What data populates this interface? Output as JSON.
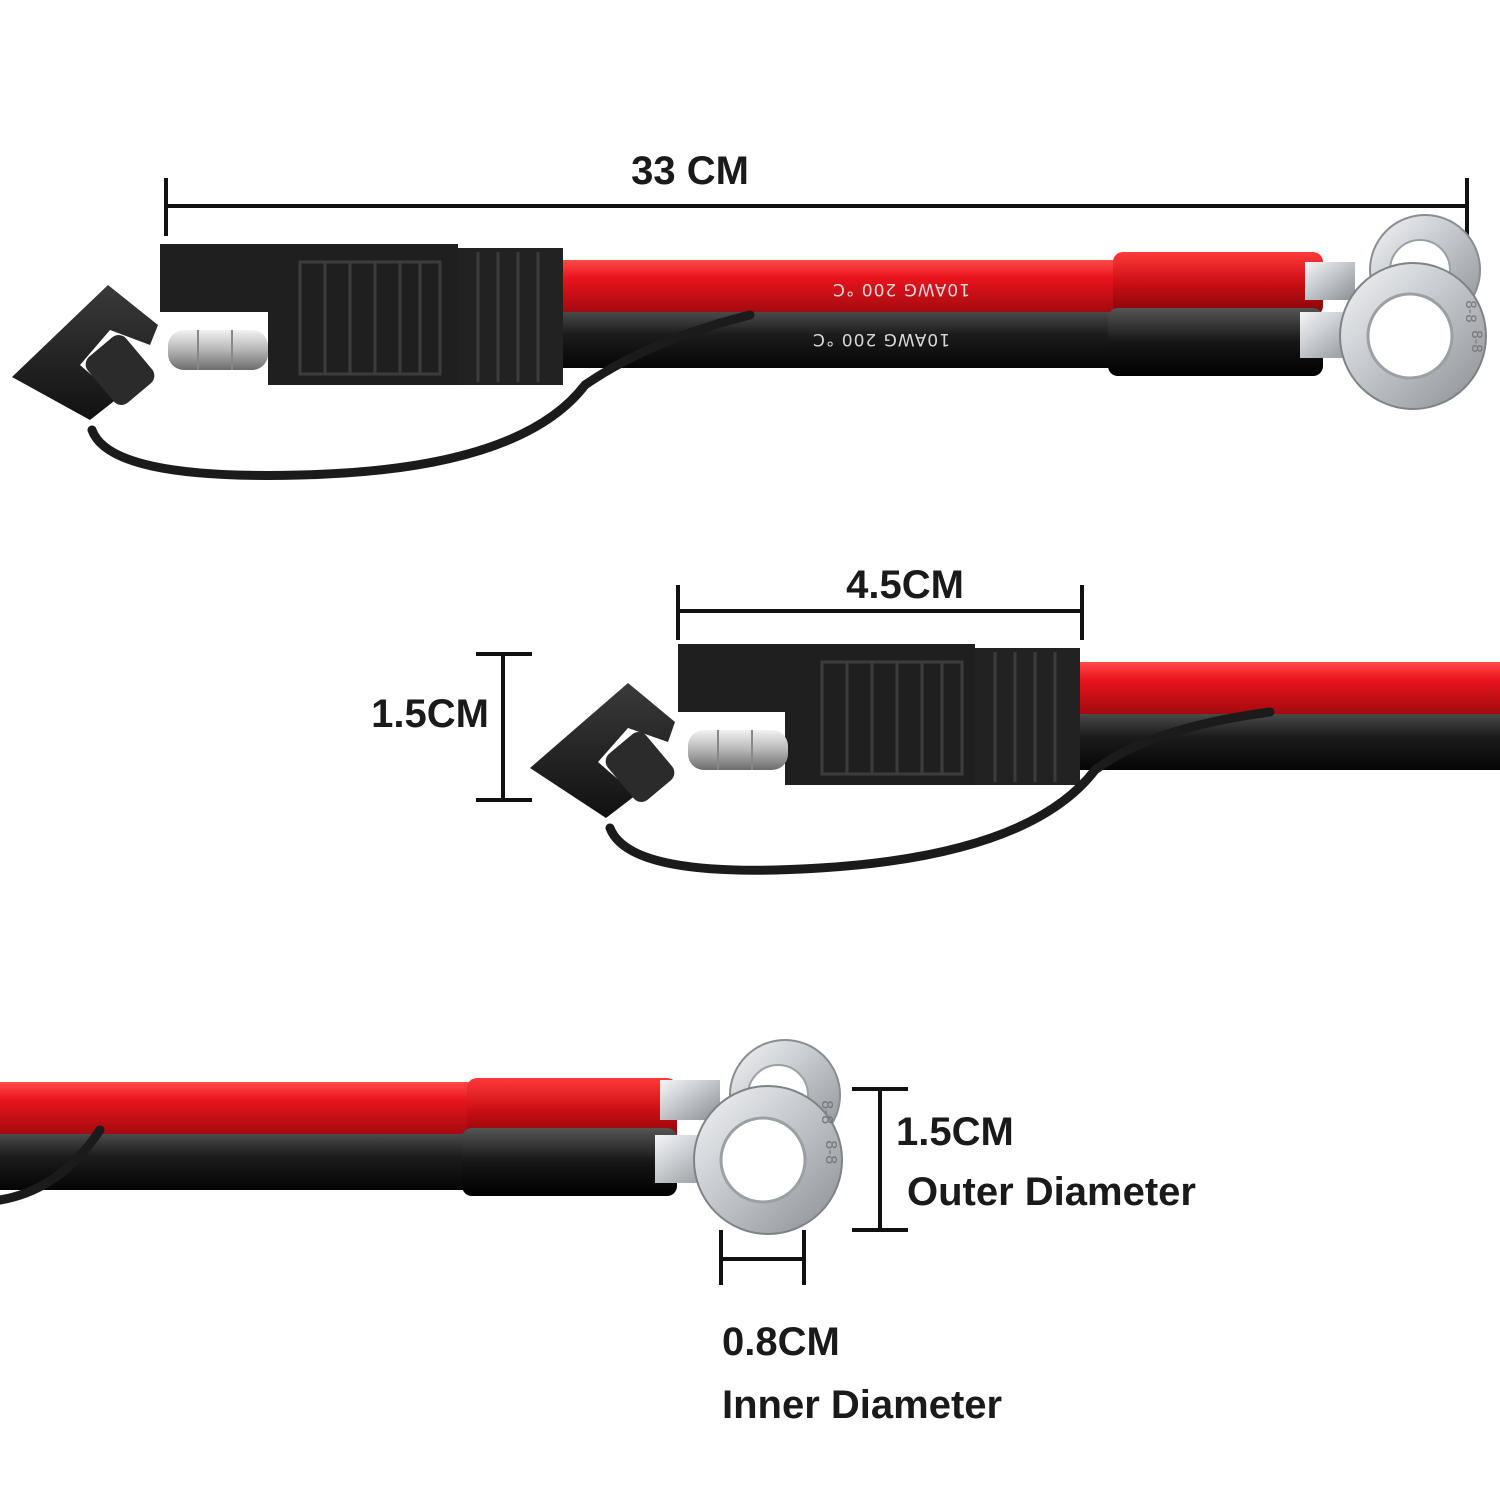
{
  "dimensions": {
    "total_length": "33 CM",
    "connector_length": "4.5CM",
    "connector_height": "1.5CM",
    "ring_outer_value": "1.5CM",
    "ring_outer_caption": "Outer Diameter",
    "ring_inner_value": "0.8CM",
    "ring_inner_caption": "Inner Diameter"
  },
  "wire_print": {
    "red": "10AWG 200 °C",
    "black": "10AWG 200 °C"
  },
  "ring_stamp": "8-8",
  "colors": {
    "red_wire": "#e8141c",
    "black_wire": "#1c1c1c",
    "connector": "#1f1f1f",
    "terminal_metal": "#cfd2d6",
    "dimension_line": "#111111"
  }
}
